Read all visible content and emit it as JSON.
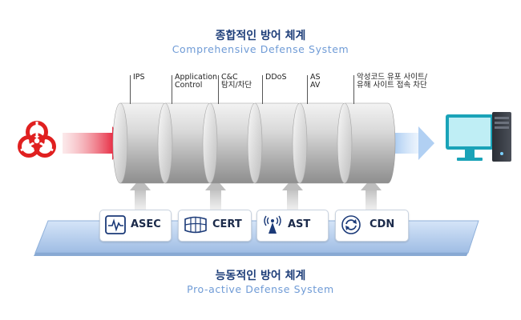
{
  "header": {
    "title_ko": "종합적인 방어 체계",
    "title_en": "Comprehensive Defense System"
  },
  "layers": [
    {
      "label_lines": [
        "IPS"
      ]
    },
    {
      "label_lines": [
        "Application",
        "Control"
      ]
    },
    {
      "label_lines": [
        "C&C",
        "탐지/차단"
      ]
    },
    {
      "label_lines": [
        "DDoS"
      ]
    },
    {
      "label_lines": [
        "AS",
        "AV"
      ]
    },
    {
      "label_lines": [
        "악성코드 유포 사이트/",
        "유해 사이트 접속 차단"
      ]
    }
  ],
  "services": [
    {
      "label": "ASEC",
      "icon": "heartbeat-monitor-icon"
    },
    {
      "label": "CERT",
      "icon": "globe-grid-icon"
    },
    {
      "label": "AST",
      "icon": "antenna-tower-icon"
    },
    {
      "label": "CDN",
      "icon": "sync-arrows-icon"
    }
  ],
  "footer": {
    "title_ko": "능동적인 방어 체계",
    "title_en": "Pro-active Defense System"
  },
  "icons": {
    "threat": "biohazard-icon",
    "endpoint": "desktop-computer-icon"
  },
  "colors": {
    "threat_red": "#e02020",
    "title_navy": "#1f3f7a",
    "subtitle_blue": "#6f9bd6",
    "monitor_teal": "#1aa3b8",
    "platform_blue": "#b9d1ef"
  }
}
